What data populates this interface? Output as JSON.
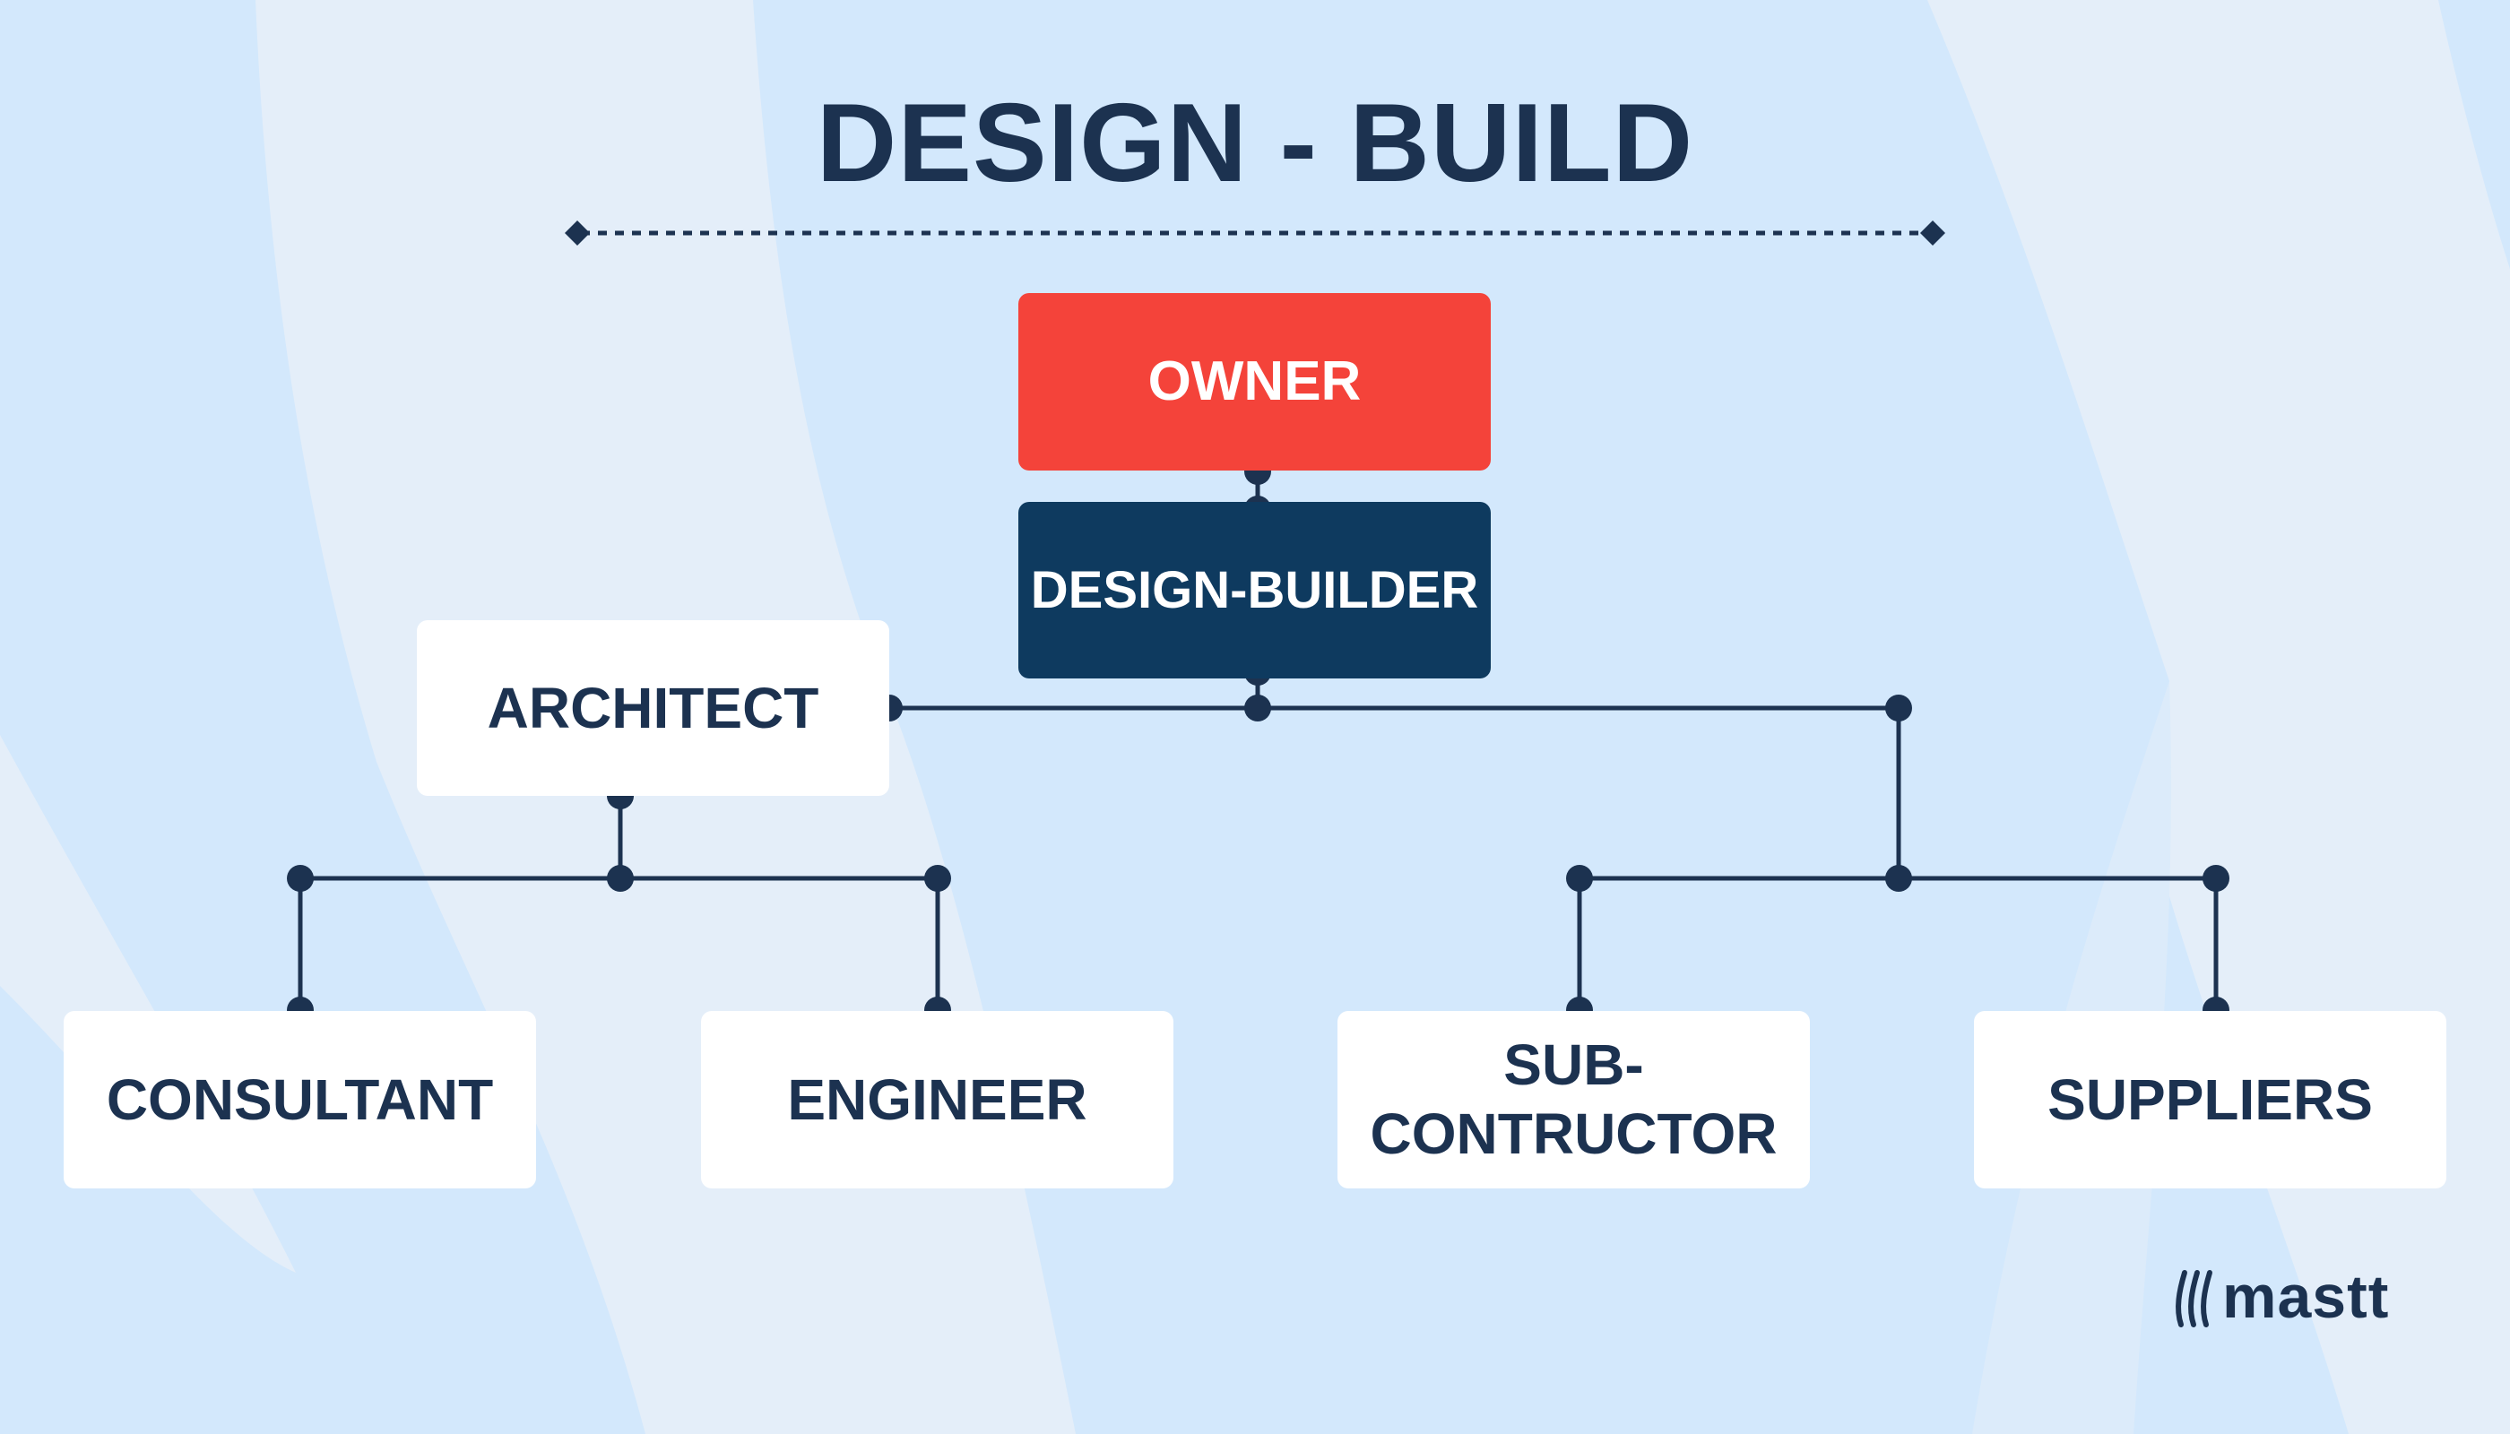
{
  "title": "DESIGN - BUILD",
  "nodes": {
    "owner": "OWNER",
    "design_builder": "DESIGN-BUILDER",
    "architect": "ARCHITECT",
    "consultant": "CONSULTANT",
    "engineer": "ENGINEER",
    "subcontractor": "SUB-\nCONTRUCTOR",
    "suppliers": "SUPPLIERS"
  },
  "colors": {
    "background": "#d3e8fc",
    "background_shape": "#e4eef9",
    "text_dark": "#1c3250",
    "owner_fill": "#f4433a",
    "design_builder_fill": "#0e3a5f",
    "box_fill": "#ffffff",
    "connector": "#1c3250"
  },
  "logo": {
    "text": "mastt",
    "icon": "mastt-logo-icon"
  }
}
